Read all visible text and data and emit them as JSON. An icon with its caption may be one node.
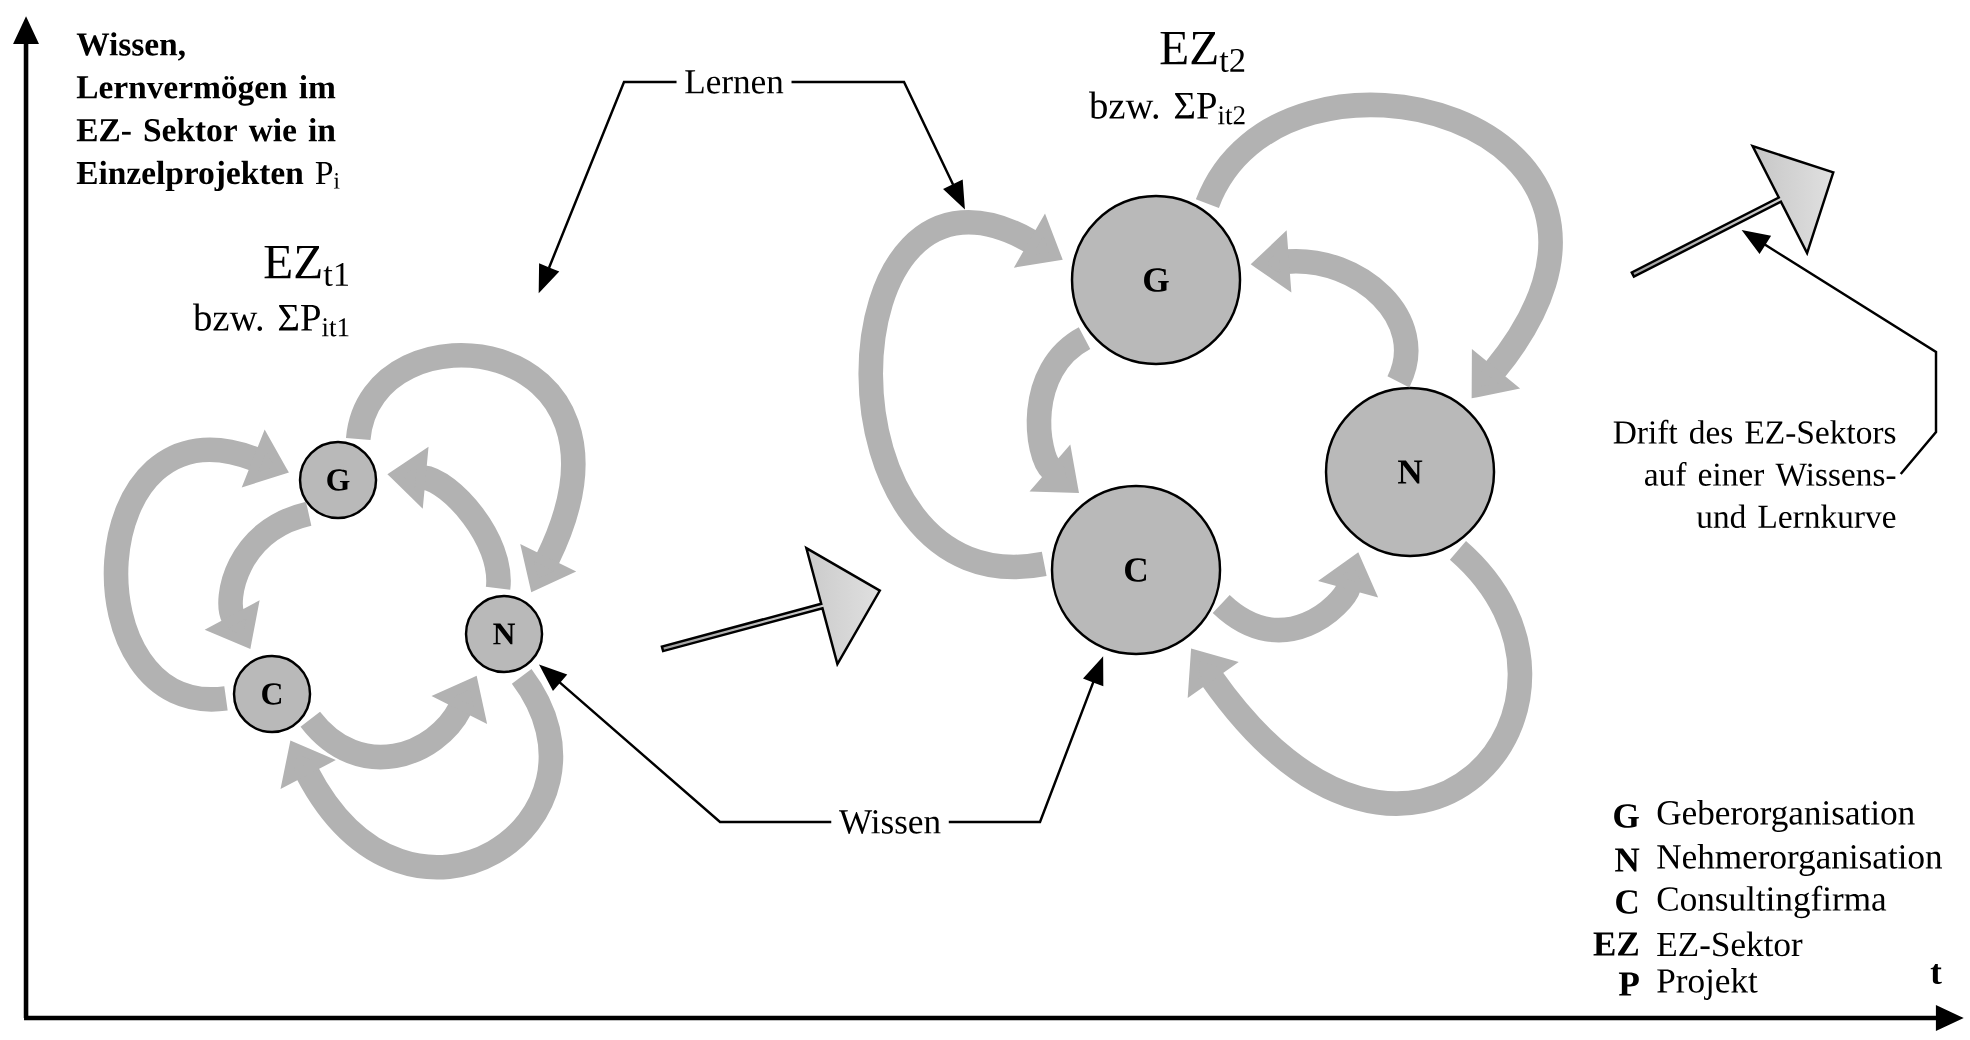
{
  "diagram": {
    "nodes": [
      {
        "text": [
          "G"
        ]
      },
      {
        "text": [
          "N"
        ]
      },
      {
        "text": [
          "C"
        ]
      },
      {
        "text": [
          "G"
        ]
      },
      {
        "text": [
          "N"
        ]
      },
      {
        "text": [
          "C"
        ]
      },
      {
        "text": [
          "Lernen"
        ]
      },
      {
        "text": [
          "Wissen"
        ]
      },
      {
        "text": [
          "Drift des EZ-Sektors auf einer Wissens- und Lernkurve"
        ]
      },
      {
        "text": [],
        "shape": "arrow"
      },
      {
        "text": [],
        "shape": "arrow"
      }
    ],
    "edges": [
      {
        "from": 0,
        "to": 1,
        "arrow": "to"
      },
      {
        "from": 1,
        "to": 0,
        "arrow": "to"
      },
      {
        "from": 2,
        "to": 0,
        "arrow": "to"
      },
      {
        "from": 0,
        "to": 2,
        "arrow": "to"
      },
      {
        "from": 2,
        "to": 1,
        "arrow": "to"
      },
      {
        "from": 1,
        "to": 2,
        "arrow": "to"
      },
      {
        "from": 5,
        "to": 3,
        "arrow": "to"
      },
      {
        "from": 3,
        "to": 4,
        "arrow": "to"
      },
      {
        "from": 4,
        "to": 3,
        "arrow": "to"
      },
      {
        "from": 3,
        "to": 5,
        "arrow": "to"
      },
      {
        "from": 5,
        "to": 4,
        "arrow": "to"
      },
      {
        "from": 4,
        "to": 5,
        "arrow": "to"
      },
      {
        "from": 6,
        "to": null,
        "arrow": "to",
        "color": "#000000"
      },
      {
        "from": 6,
        "to": null,
        "arrow": "to",
        "color": "#000000"
      },
      {
        "from": 7,
        "to": 1,
        "arrow": "to",
        "color": "#000000"
      },
      {
        "from": 7,
        "to": 5,
        "arrow": "to",
        "color": "#000000"
      },
      {
        "from": 8,
        "to": 10,
        "arrow": "to",
        "color": "#000000"
      }
    ],
    "labels": [
      "**Wissen, Lernvermögen im EZ- Sektor wie in Einzelprojekten** P$_{i}$",
      "EZ$_{t1}$",
      "bzw. ΣP$_{it1}$",
      "EZ$_{t2}$",
      "bzw. ΣP$_{it2}$",
      "G",
      "Geberorganisation",
      "N",
      "Nehmerorganisation",
      "C",
      "Consultingfirma",
      "EZ",
      "EZ-Sektor",
      "P",
      "Projekt",
      "t"
    ]
  }
}
